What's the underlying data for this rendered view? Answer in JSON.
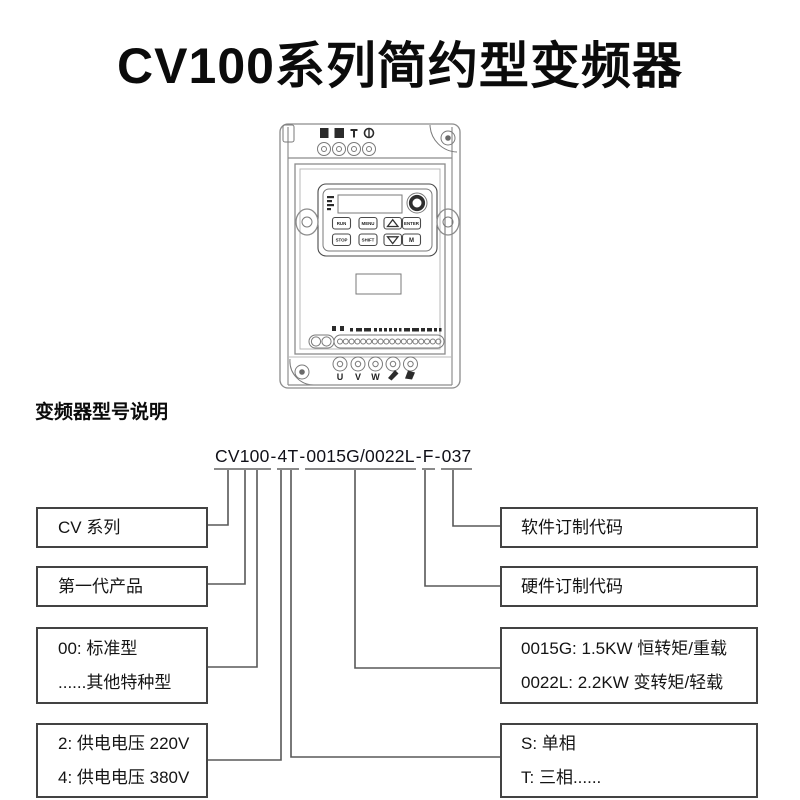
{
  "page": {
    "title": "CV100系列简约型变频器"
  },
  "section": {
    "heading": "变频器型号说明"
  },
  "model": {
    "segments": [
      "CV100",
      "4T",
      "0015G/0022L",
      "F",
      "037"
    ],
    "separator": "-"
  },
  "left_boxes": [
    {
      "lines": [
        "CV 系列"
      ]
    },
    {
      "lines": [
        "第一代产品"
      ]
    },
    {
      "lines": [
        "00: 标准型",
        "......其他特种型"
      ]
    },
    {
      "lines": [
        "2: 供电电压 220V",
        "4: 供电电压 380V"
      ]
    }
  ],
  "right_boxes": [
    {
      "lines": [
        "软件订制代码"
      ]
    },
    {
      "lines": [
        "硬件订制代码"
      ]
    },
    {
      "lines": [
        "0015G: 1.5KW 恒转矩/重载",
        "0022L: 2.2KW 变转矩/轻载"
      ]
    },
    {
      "lines": [
        "S: 单相",
        "T: 三相......"
      ]
    }
  ],
  "device": {
    "keypad_buttons": {
      "run": "RUN",
      "menu": "MENU",
      "enter": "ENTER",
      "stop": "STOP",
      "shift": "SHIFT",
      "m": "M"
    },
    "output_terminals": [
      "U",
      "V",
      "W"
    ]
  },
  "colors": {
    "wire": "#585858",
    "box_border": "#434343",
    "underline": "#8a8a8a",
    "text": "#141414"
  }
}
